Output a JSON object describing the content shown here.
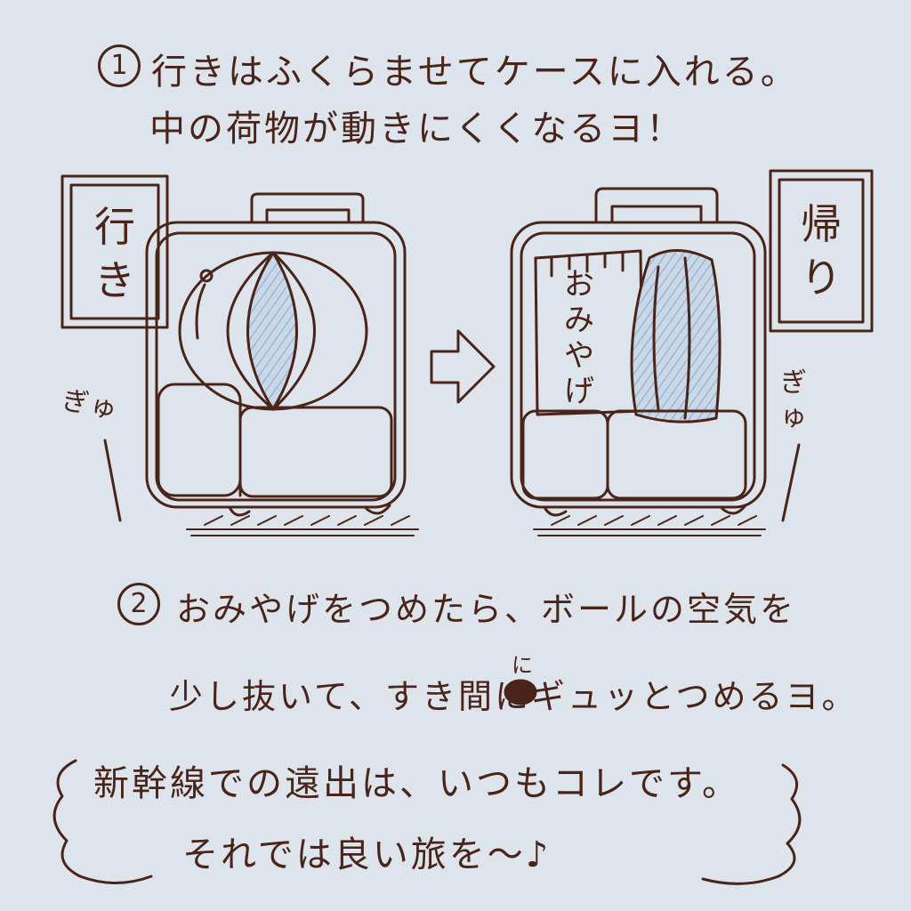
{
  "step1": {
    "number": "1",
    "line1": "行きはふくらませてケースに入れる。",
    "line2": "中の荷物が動きにくくなるヨ！"
  },
  "labels": {
    "going": "行き",
    "returning": "帰り",
    "squeeze_left": "ぎゅ",
    "squeeze_right": "ぎゅ",
    "souvenir": "おみやげ"
  },
  "step2": {
    "number": "2",
    "line1": "おみやげをつめたら、ボールの空気を",
    "line2": "少し抜いて、すき間にギュッとつめるヨ。",
    "insert": "に"
  },
  "closing": {
    "line1": "新幹線での遠出は、いつもコレです。",
    "line2": "それでは良い旅を～♪"
  },
  "colors": {
    "ink": "#4a2418",
    "paper": "#dde4ec",
    "shade": "#b9cde0"
  }
}
